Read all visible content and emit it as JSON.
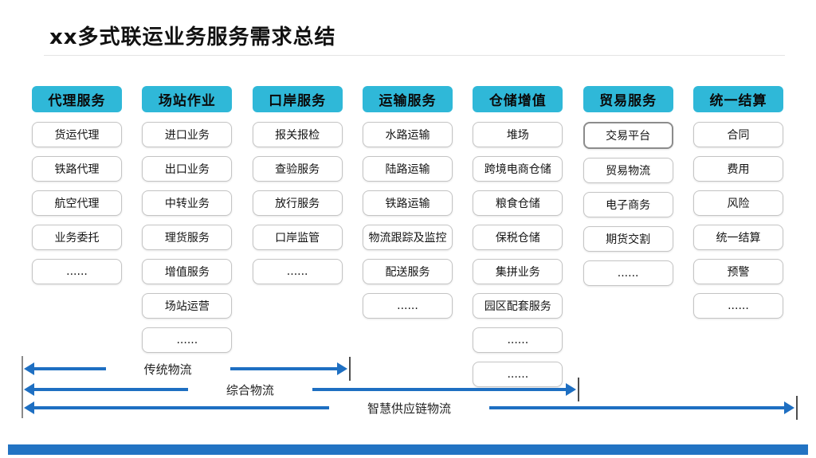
{
  "title": "xx多式联运业务服务需求总结",
  "columns": [
    {
      "header": "代理服务",
      "items": [
        "货运代理",
        "铁路代理",
        "航空代理",
        "业务委托",
        "......"
      ]
    },
    {
      "header": "场站作业",
      "items": [
        "进口业务",
        "出口业务",
        "中转业务",
        "理货服务",
        "增值服务",
        "场站运营",
        "......"
      ]
    },
    {
      "header": "口岸服务",
      "items": [
        "报关报检",
        "查验服务",
        "放行服务",
        "口岸监管",
        "......"
      ]
    },
    {
      "header": "运输服务",
      "items": [
        "水路运输",
        "陆路运输",
        "铁路运输",
        "物流跟踪及监控",
        "配送服务",
        "......"
      ]
    },
    {
      "header": "仓储增值",
      "items": [
        "堆场",
        "跨境电商仓储",
        "粮食仓储",
        "保税仓储",
        "集拼业务",
        "园区配套服务",
        "......",
        "......"
      ]
    },
    {
      "header": "贸易服务",
      "items": [
        "交易平台",
        "贸易物流",
        "电子商务",
        "期货交割",
        "......"
      ],
      "strong_border_index": 0
    },
    {
      "header": "统一结算",
      "items": [
        "合同",
        "费用",
        "风险",
        "统一结算",
        "预警",
        "......"
      ]
    }
  ],
  "arrows": [
    {
      "label": "传统物流"
    },
    {
      "label": "综合物流"
    },
    {
      "label": "智慧供应链物流"
    }
  ],
  "colors": {
    "header_bg": "#2fb8d8",
    "arrow_blue": "#1e6fc2",
    "footer_bar": "#2273c3",
    "box_border": "#c4c4c4"
  }
}
